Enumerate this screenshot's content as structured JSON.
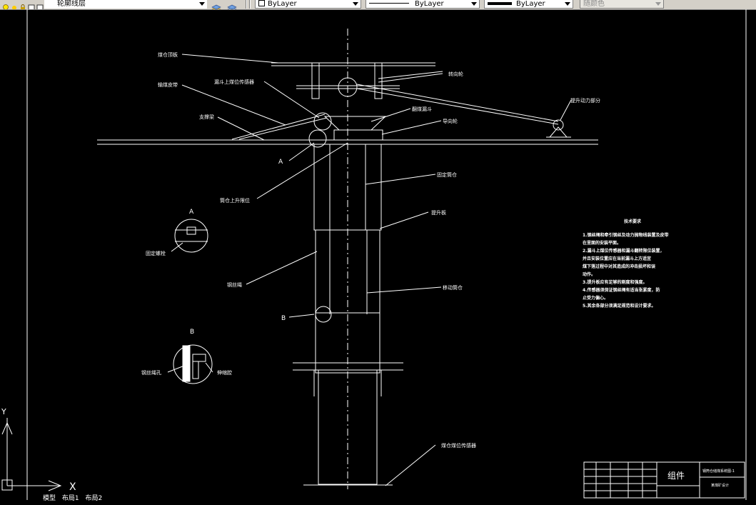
{
  "toolbar": {
    "layer_name": "轮廓线层",
    "linetype_color": "ByLayer",
    "linetype": "ByLayer",
    "lineweight": "ByLayer",
    "plot_style": "随颜色"
  },
  "drawing": {
    "labels": {
      "silo_roof": "煤仓顶板",
      "conveyor_belt": "输煤皮带",
      "hopper_sensor": "漏斗上煤位传感器",
      "support_beam": "支撑梁",
      "turn_wheel": "转向轮",
      "hoist_power": "提升动力部分",
      "flip_hopper": "翻煤漏斗",
      "guide_wheel": "导向轮",
      "fixed_tube": "固定筒仓",
      "tube_upper_limit": "筒仓上升限位",
      "lift_plate": "提升板",
      "wire_rope": "钢丝绳",
      "moving_tube": "移动筒仓",
      "silo_level_sensor": "煤仓煤位传感器",
      "detail_a": "A",
      "detail_b": "B",
      "callout_a": "A",
      "callout_b": "B",
      "fixed_bolt": "固定螺栓",
      "wire_rope_hole": "钢丝绳孔",
      "rubber_seal": "伸缩腔"
    },
    "tech_req": {
      "title": "技术要求",
      "lines": [
        "1.钢丝绳和牵引钢丝及动力抛物线装置及皮带",
        "  在里面的安装平面。",
        "2.漏斗上煤位传感器和漏斗翻转限位装置，",
        "  并且安装位置应在当前漏斗上方适宜",
        "  煤下落过程中对其造成的冲击损坏和误",
        "  动作。",
        "3.提升板应有足够的刚度和强度。",
        "4.传感器须保证钢丝绳有适当张紧度，防",
        "  止受力偏心。",
        "5.其余各部分须满足规范和设计要求。"
      ]
    },
    "title_block": {
      "title": "组件",
      "drawing_no": "钢筒仓储煤系统图-1",
      "subtitle": "某煤矿设计"
    }
  },
  "ucs": {
    "x_label": "X",
    "y_label": "Y"
  },
  "bottom_tabs": [
    "模型",
    "布局1",
    "布局2"
  ]
}
